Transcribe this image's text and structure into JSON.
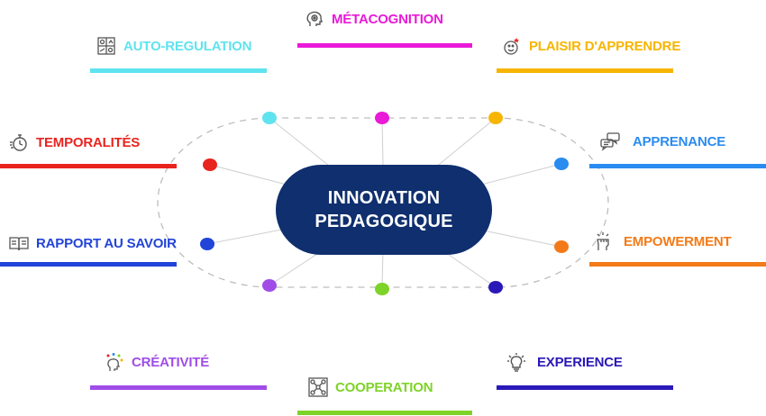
{
  "center": {
    "line1": "INNOVATION",
    "line2": "PEDAGOGIQUE",
    "color": "#0f2f6e"
  },
  "topics": [
    {
      "key": "metacognition",
      "label": "MÉTACOGNITION",
      "color": "#e91ad8",
      "icon": "brain-gear-icon"
    },
    {
      "key": "auto-regulation",
      "label": "AUTO-REGULATION",
      "color": "#5fe3ef",
      "icon": "chess-grid-icon"
    },
    {
      "key": "plaisir",
      "label": "PLAISIR D'APPRENDRE",
      "color": "#f7b500",
      "icon": "smiley-star-icon"
    },
    {
      "key": "temporalites",
      "label": "TEMPORALITÉS",
      "color": "#e8241f",
      "icon": "stopwatch-icon"
    },
    {
      "key": "apprenance",
      "label": "APPRENANCE",
      "color": "#2a8cf0",
      "icon": "chat-bubbles-icon"
    },
    {
      "key": "rapport",
      "label": "RAPPORT AU SAVOIR",
      "color": "#2244d8",
      "icon": "open-book-icon"
    },
    {
      "key": "empowerment",
      "label": "EMPOWERMENT",
      "color": "#f37a18",
      "icon": "raised-fist-icon"
    },
    {
      "key": "creativite",
      "label": "CRÉATIVITÉ",
      "color": "#a04de8",
      "icon": "creative-head-icon"
    },
    {
      "key": "cooperation",
      "label": "COOPERATION",
      "color": "#7ed328",
      "icon": "network-icon"
    },
    {
      "key": "experience",
      "label": "EXPERIENCE",
      "color": "#2a18b8",
      "icon": "lightbulb-icon"
    }
  ]
}
